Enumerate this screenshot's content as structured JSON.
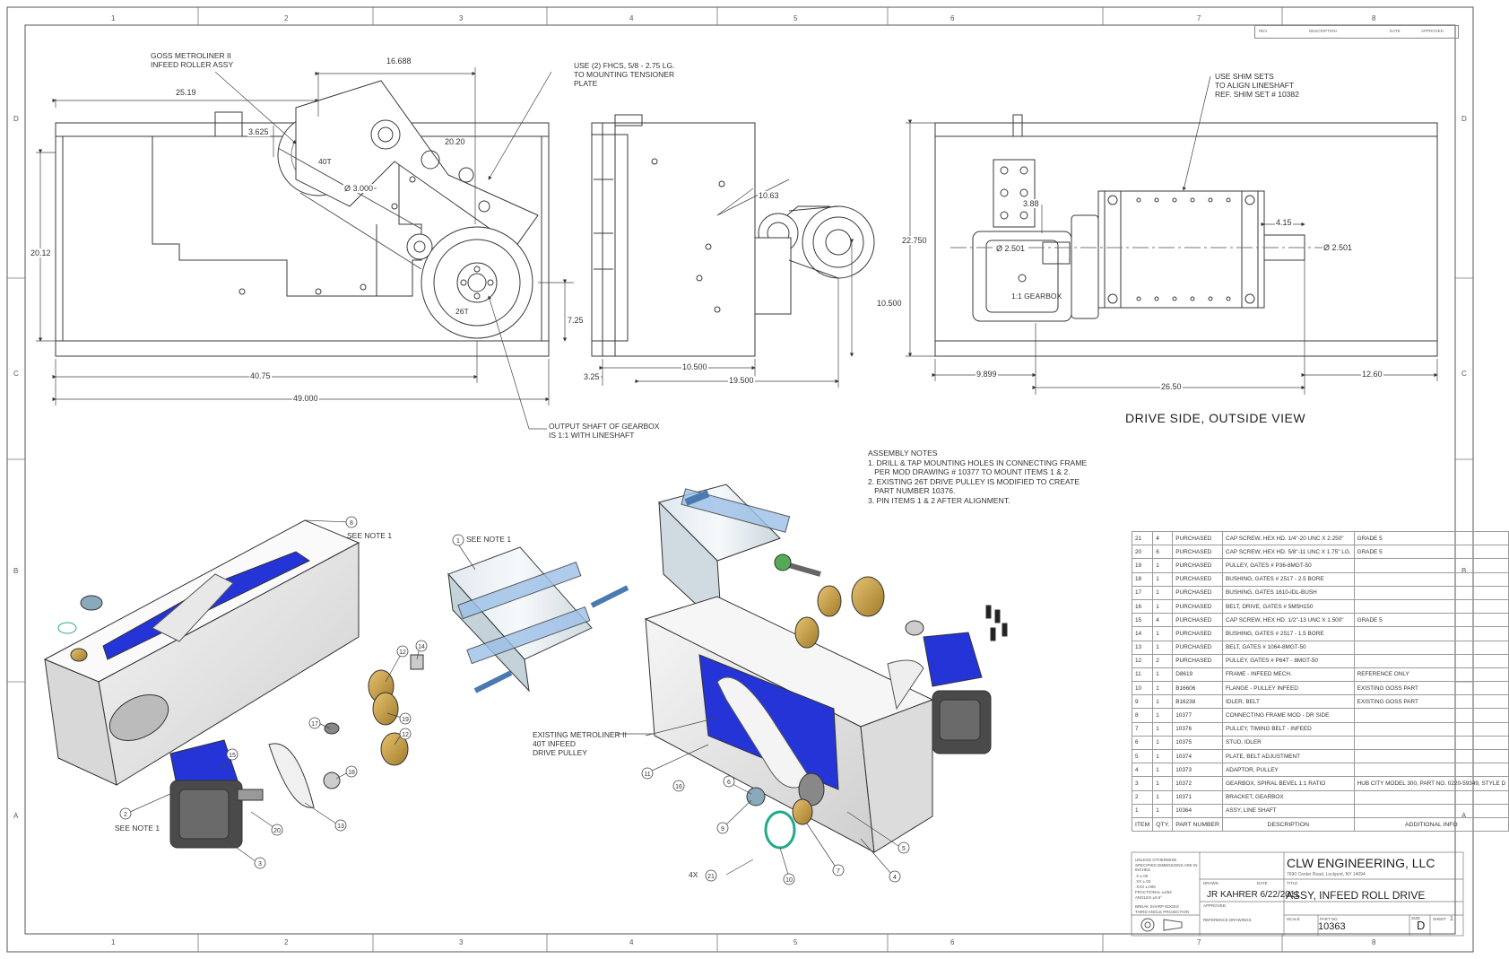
{
  "drawing": {
    "company": "CLW ENGINEERING, LLC",
    "company_address": "7690 Center Road, Lockport, NY 14094",
    "title": "ASSY, INFEED ROLL DRIVE",
    "drawn_by": "JR KAHRER 6/22/2011",
    "part_number": "10363",
    "size": "D",
    "sheet": "1",
    "scale_label": "SCALE",
    "part_no_label": "PART NO.",
    "sheet_label": "SHEET",
    "size_label": "SIZE",
    "title_label": "TITLE",
    "drawn_label": "DRAWN",
    "approved_label": "APPROVED",
    "date_label": "DATE",
    "reference_drawings_label": "REFERENCE DRAWINGS",
    "tolerance_note": "UNLESS OTHERWISE SPECIFIED DIMENSIONS ARE IN INCHES",
    "tolerance_lines": [
      ".X ±.06",
      ".XX ±.03",
      ".XXX ±.005",
      "FRACTIONAL ±1/64",
      "ANGLES ±0.5°"
    ],
    "break_edges": "BREAK SHARP EDGES",
    "projection": "THIRD ANGLE PROJECTION",
    "revision_headers": [
      "REV",
      "DESCRIPTION",
      "DATE",
      "APPROVED"
    ]
  },
  "zones": {
    "columns": [
      "1",
      "2",
      "3",
      "4",
      "5",
      "6",
      "7",
      "8"
    ],
    "rows": [
      "D",
      "C",
      "B",
      "A"
    ]
  },
  "callouts": {
    "goss_roller": "GOSS METROLINER II\nINFEED ROLLER ASSY",
    "fhcs": "USE (2) FHCS, 5/8 - 2.75 LG.\nTO MOUNTING TENSIONER\nPLATE",
    "output_shaft": "OUTPUT SHAFT OF GEARBOX\nIS 1:1 WITH LINESHAFT",
    "shim": "USE SHIM SETS\nTO ALIGN LINESHAFT\nREF. SHIM SET # 10382",
    "gearbox_ratio": "1:1 GEARBOX",
    "pulley_40t": "40T",
    "pulley_26t": "26T",
    "see_note_1": "SEE NOTE 1",
    "existing_metroliner": "EXISTING METROLINER II\n40T INFEED\nDRIVE PULLEY",
    "qty_4x": "4X"
  },
  "dimensions": {
    "d16688": "16.688",
    "d2519": "25.19",
    "d3625": "3.625",
    "d2020": "20.20",
    "d3000": "Ø 3.000",
    "d2012": "20.12",
    "d725": "7.25",
    "d4075": "40.75",
    "d49000": "49.000",
    "d1063": "10.63",
    "d10500v": "10.500",
    "d325": "3.25",
    "d10500h": "10.500",
    "d19500": "19.500",
    "d22750": "22.750",
    "d388": "3.88",
    "d2501a": "Ø 2.501",
    "d415": "4.15",
    "d2501b": "Ø 2.501",
    "d9899": "9.899",
    "d2650": "26.50",
    "d1260": "12.60"
  },
  "view_titles": {
    "drive_side": "DRIVE SIDE, OUTSIDE VIEW"
  },
  "assembly_notes": {
    "heading": "ASSEMBLY NOTES",
    "items": [
      "1. DRILL & TAP MOUNTING HOLES IN CONNECTING FRAME",
      "   PER MOD DRAWING # 10377 TO MOUNT ITEMS 1 & 2.",
      "2. EXISTING 26T DRIVE PULLEY IS MODIFIED TO CREATE",
      "   PART NUMBER 10376.",
      "3. PIN ITEMS 1 & 2 AFTER ALIGNMENT."
    ]
  },
  "bom": {
    "headers": [
      "ITEM",
      "QTY.",
      "PART NUMBER",
      "DESCRIPTION",
      "ADDITIONAL INFO"
    ],
    "rows": [
      [
        "21",
        "4",
        "PURCHASED",
        "CAP SCREW, HEX HD. 1/4\"-20 UNC X 2.250\"",
        "GRADE 5"
      ],
      [
        "20",
        "6",
        "PURCHASED",
        "CAP SCREW, HEX HD. 5/8\"-11 UNC X 1.75\" LG.",
        "GRADE 5"
      ],
      [
        "19",
        "1",
        "PURCHASED",
        "PULLEY, GATES # P36-8MGT-50",
        ""
      ],
      [
        "18",
        "1",
        "PURCHASED",
        "BUSHING, GATES # 2517 - 2.5 BORE",
        ""
      ],
      [
        "17",
        "1",
        "PURCHASED",
        "BUSHING, GATES 1610-IDL-BUSH",
        ""
      ],
      [
        "16",
        "1",
        "PURCHASED",
        "BELT, DRIVE, GATES # 5M5H150",
        ""
      ],
      [
        "15",
        "4",
        "PURCHASED",
        "CAP SCREW, HEX HD. 1/2\"-13 UNC X 1.500\"",
        "GRADE 5"
      ],
      [
        "14",
        "1",
        "PURCHASED",
        "BUSHING, GATES # 2517 - 1.5 BORE",
        ""
      ],
      [
        "13",
        "1",
        "PURCHASED",
        "BELT, GATES # 1064-8MGT-50",
        ""
      ],
      [
        "12",
        "2",
        "PURCHASED",
        "PULLEY, GATES # P64T - 8MGT-50",
        ""
      ],
      [
        "11",
        "1",
        "D8619",
        "FRAME - INFEED MECH.",
        "REFERENCE ONLY"
      ],
      [
        "10",
        "1",
        "B16606",
        "FLANGE - PULLEY INFEED",
        "EXISTING GOSS PART"
      ],
      [
        "9",
        "1",
        "B16238",
        "IDLER, BELT",
        "EXISTING GOSS PART"
      ],
      [
        "8",
        "1",
        "10377",
        "CONNECTING FRAME MOD - DR SIDE",
        ""
      ],
      [
        "7",
        "1",
        "10376",
        "PULLEY, TIMING BELT - INFEED",
        ""
      ],
      [
        "6",
        "1",
        "10375",
        "STUD, IDLER",
        ""
      ],
      [
        "5",
        "1",
        "10374",
        "PLATE, BELT ADJUSTMENT",
        ""
      ],
      [
        "4",
        "1",
        "10373",
        "ADAPTOR, PULLEY",
        ""
      ],
      [
        "3",
        "1",
        "10372",
        "GEARBOX, SPIRAL BEVEL 1:1 RATIO",
        "HUB CITY MODEL 300, PART NO. 0220-59349, STYLE D"
      ],
      [
        "2",
        "1",
        "10371",
        "BRACKET, GEARBOX",
        ""
      ],
      [
        "1",
        "1",
        "10364",
        "ASSY, LINE SHAFT",
        ""
      ]
    ]
  },
  "balloons": [
    "1",
    "2",
    "3",
    "4",
    "5",
    "6",
    "7",
    "8",
    "9",
    "10",
    "11",
    "12",
    "13",
    "14",
    "15",
    "16",
    "17",
    "18",
    "19",
    "20",
    "21"
  ],
  "colors": {
    "line": "#3a3a3a",
    "blue_part": "#2434d6",
    "brass": "#c8a04a",
    "frame_fill": "#ececec",
    "gearbox": "#4a4a4a"
  }
}
